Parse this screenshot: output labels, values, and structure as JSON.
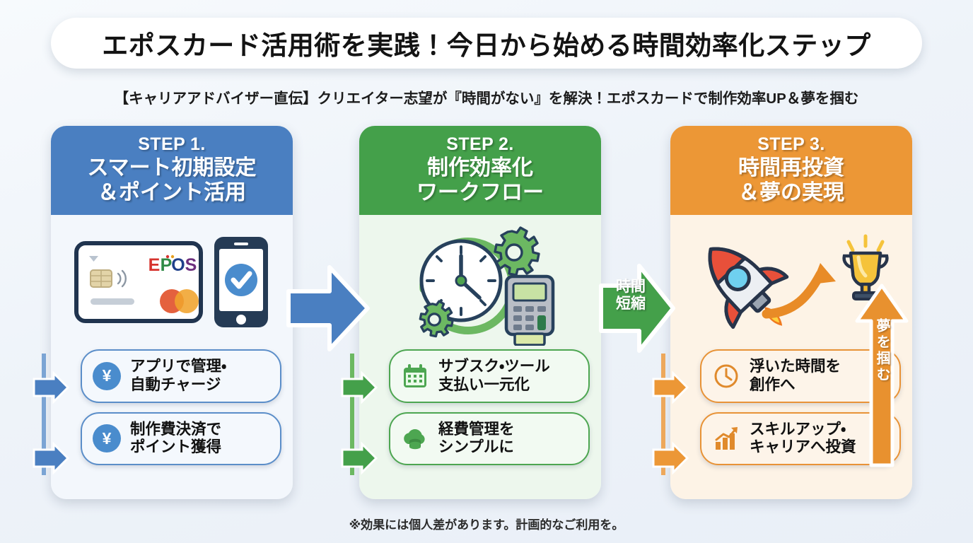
{
  "header": {
    "title": "エポスカード活用術を実践！今日から始める時間効率化ステップ",
    "subtitle": "【キャリアアドバイザー直伝】クリエイター志望が『時間がない』を解決！エポスカードで制作効率UP＆夢を掴む"
  },
  "colors": {
    "step1": "#4a7fc1",
    "step2": "#44a04a",
    "step3": "#ec9736",
    "page_bg": "#eef3f9",
    "step1_body": "#f3f7fc",
    "step2_body": "#edf7ed",
    "step3_body": "#fdf3e6"
  },
  "steps": [
    {
      "label": "STEP 1.",
      "title_line1": "スマート初期設定",
      "title_line2": "＆ポイント活用",
      "illustration": "epos-card-and-smartphone",
      "card_brand": "EPOS",
      "items": [
        {
          "icon": "yen-coin-icon",
          "line1": "アプリで管理・",
          "line2": "自動チャージ"
        },
        {
          "icon": "yen-coin-icon",
          "line1": "制作費決済で",
          "line2": "ポイント獲得"
        }
      ]
    },
    {
      "label": "STEP 2.",
      "title_line1": "制作効率化",
      "title_line2": "ワークフロー",
      "illustration": "clock-gears-and-payment-terminal",
      "items": [
        {
          "icon": "calendar-icon",
          "line1": "サブスク・ツール",
          "line2": "支払い一元化"
        },
        {
          "icon": "cloud-database-icon",
          "line1": "経費管理を",
          "line2": "シンプルに"
        }
      ]
    },
    {
      "label": "STEP 3.",
      "title_line1": "時間再投資",
      "title_line2": "＆夢の実現",
      "illustration": "rocket-arrow-trophy",
      "items": [
        {
          "icon": "clock-icon",
          "line1": "浮いた時間を",
          "line2": "創作へ"
        },
        {
          "icon": "growth-chart-icon",
          "line1": "スキルアップ・",
          "line2": "キャリアへ投資"
        }
      ]
    }
  ],
  "connectors": [
    {
      "name": "step1-to-step2",
      "label_line1": "",
      "label_line2": "",
      "color": "#4a7fc1"
    },
    {
      "name": "step2-to-step3",
      "label_line1": "時間",
      "label_line2": "短縮",
      "color": "#44a04a"
    }
  ],
  "dream_arrow": {
    "text": "夢を掴む",
    "color": "#ec9736"
  },
  "footnote": "※効果には個人差があります。計画的なご利用を。"
}
